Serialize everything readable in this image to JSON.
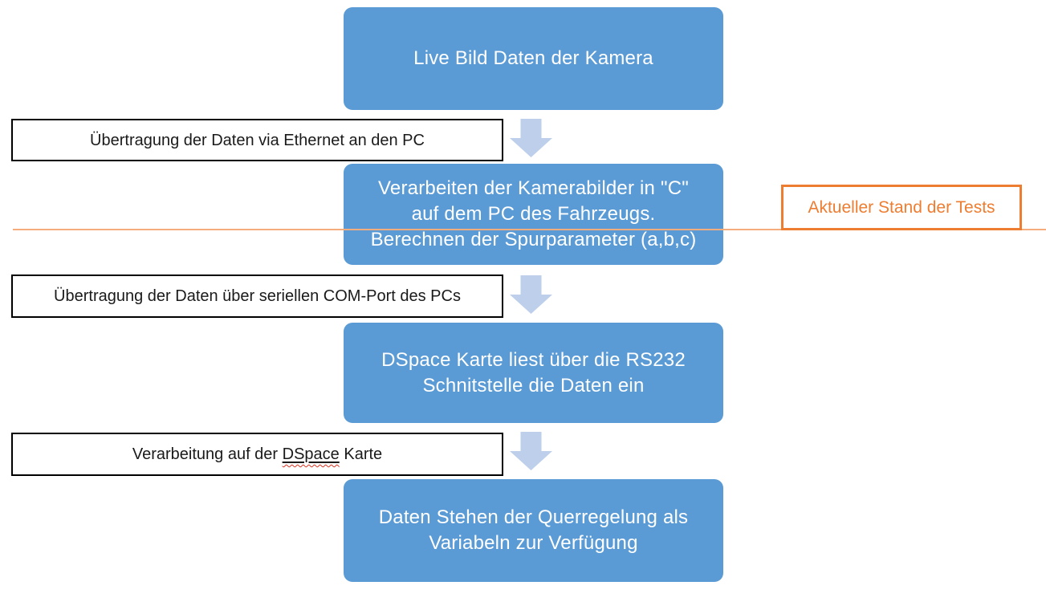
{
  "flow": {
    "steps": [
      {
        "id": "camera",
        "label": "Live Bild Daten der Kamera"
      },
      {
        "id": "processing",
        "label": "Verarbeiten der Kamerabilder in \"C\"\nauf dem PC des Fahrzeugs.\nBerechnen der Spurparameter (a,b,c)"
      },
      {
        "id": "dspace-read",
        "label": "DSpace Karte liest über die RS232\nSchnitstelle die Daten ein"
      },
      {
        "id": "output",
        "label": "Daten Stehen der Querregelung als\nVariabeln zur Verfügung"
      }
    ],
    "notes": [
      {
        "id": "ethernet",
        "label": "Übertragung der Daten via Ethernet an den PC"
      },
      {
        "id": "com-port",
        "label": "Übertragung der Daten über seriellen COM-Port des PCs"
      },
      {
        "id": "dspace-processing",
        "parts": [
          "Verarbeitung auf der ",
          "DSpace",
          " Karte"
        ]
      }
    ],
    "annotation": {
      "label": "Aktueller Stand der Tests"
    },
    "arrows": [
      {
        "icon": "arrow-down-icon"
      },
      {
        "icon": "arrow-down-icon"
      },
      {
        "icon": "arrow-down-icon"
      }
    ]
  },
  "colors": {
    "step_fill": "#5b9bd5",
    "step_text": "#ffffff",
    "arrow_fill": "#bdcfea",
    "accent_orange": "#ed7d31",
    "divider_orange": "#f5ad7e",
    "note_border": "#000000",
    "note_text": "#1a1a1a",
    "spellcheck_red": "#e0301e"
  }
}
